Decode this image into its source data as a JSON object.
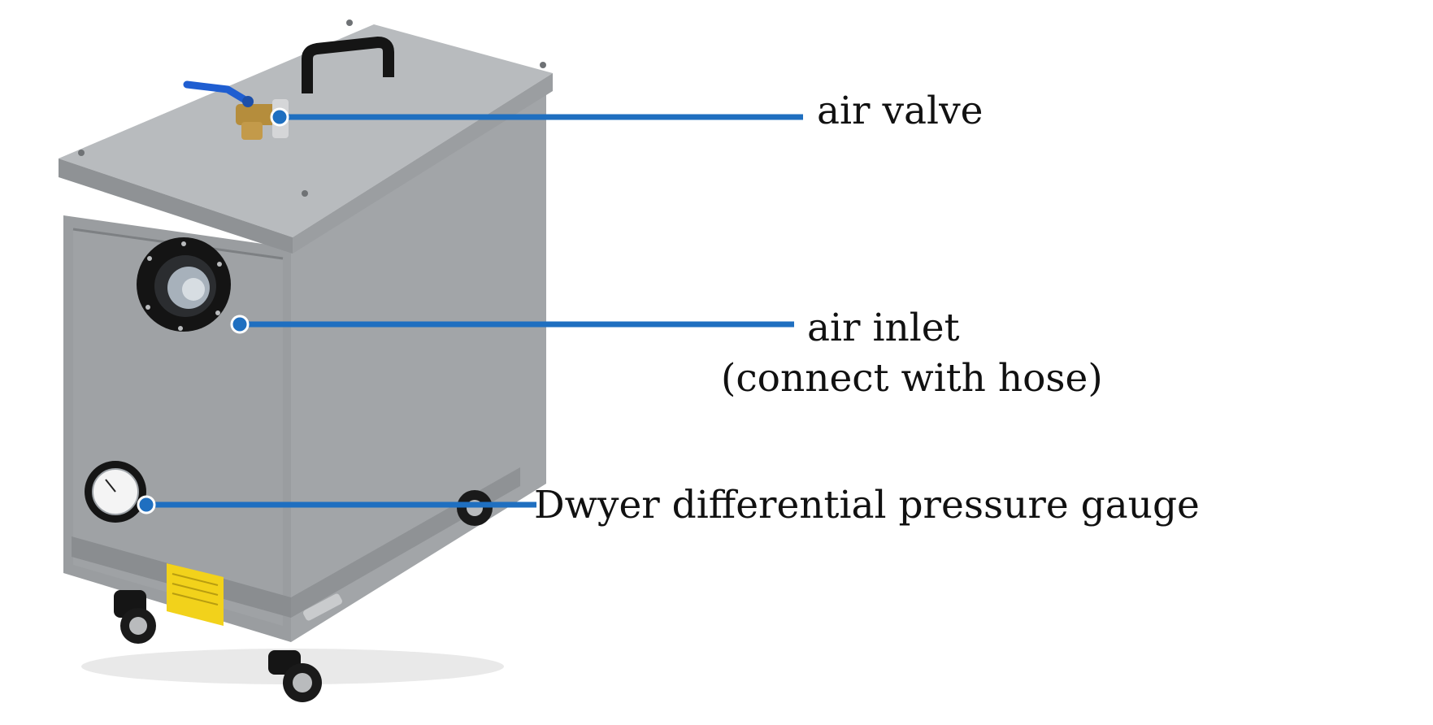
{
  "labels": {
    "air_valve": "air valve",
    "air_inlet": "air inlet",
    "air_inlet_note": "(connect with hose)",
    "pressure_gauge": "Dwyer differential pressure gauge"
  },
  "colors": {
    "callout_line": "#1f6fc0",
    "cabinet_side": "#a9acaf",
    "cabinet_front": "#96999c",
    "warning_label": "#f2d21b",
    "valve_handle": "#1f5ed1"
  },
  "icons": {
    "valve": "ball-valve-icon",
    "gauge": "pressure-gauge-icon",
    "inlet": "flanged-port-icon",
    "handle": "carry-handle-icon",
    "wheel": "caster-wheel-icon"
  }
}
